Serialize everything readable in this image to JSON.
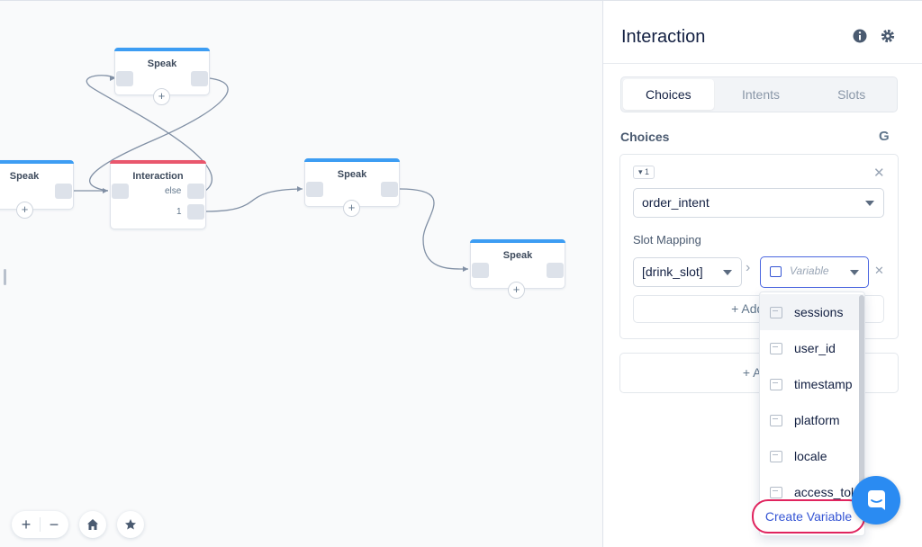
{
  "canvas": {
    "nodes": {
      "speak_top": {
        "title": "Speak"
      },
      "speak_left": {
        "title": "Speak"
      },
      "interaction": {
        "title": "Interaction",
        "port_else": "else",
        "port_1": "1"
      },
      "speak_mid": {
        "title": "Speak"
      },
      "speak_right": {
        "title": "Speak"
      }
    },
    "plus_symbol": "+",
    "toolbar": {
      "zoom_in": "+",
      "zoom_out": "−",
      "home_icon": "home-icon",
      "star_icon": "star-icon"
    },
    "colors": {
      "speak_bar": "#3d9df3",
      "interaction_bar": "#e9576d",
      "wire": "#8190a5"
    }
  },
  "panel": {
    "title": "Interaction",
    "tabs": [
      {
        "label": "Choices",
        "active": true
      },
      {
        "label": "Intents",
        "active": false
      },
      {
        "label": "Slots",
        "active": false
      }
    ],
    "choices_label": "Choices",
    "choice": {
      "badge": "▾ 1",
      "intent_value": "order_intent",
      "slot_mapping_label": "Slot Mapping",
      "slot_value": "[drink_slot]",
      "arrow": "›",
      "variable_placeholder": "Variable",
      "add_variable_label": "+ Add Var"
    },
    "add_choice_label": "+  Add"
  },
  "dropdown": {
    "items": [
      {
        "label": "sessions"
      },
      {
        "label": "user_id"
      },
      {
        "label": "timestamp"
      },
      {
        "label": "platform"
      },
      {
        "label": "locale"
      },
      {
        "label": "access_tok"
      }
    ],
    "create_label": "Create Variable"
  }
}
